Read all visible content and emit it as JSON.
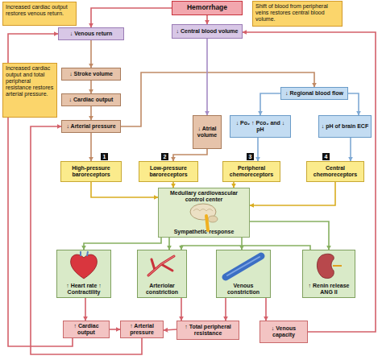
{
  "diagram": {
    "nodes": [
      {
        "text": [
          "Hemorrhage"
        ]
      },
      {
        "text": [
          "Increased cardiac output restores venous return."
        ]
      },
      {
        "text": [
          "Shift of blood from peripheral veins restores central blood volume."
        ]
      },
      {
        "text": [
          "↓ Venous return"
        ]
      },
      {
        "text": [
          "↓ Central blood volume"
        ]
      },
      {
        "text": [
          "Increased cardiac output and total peripheral resistance restores arterial pressure."
        ]
      },
      {
        "text": [
          "↓ Stroke volume"
        ]
      },
      {
        "text": [
          "↓ Cardiac output"
        ]
      },
      {
        "text": [
          "↓ Arterial pressure"
        ]
      },
      {
        "text": [
          "↓ Atrial volume"
        ]
      },
      {
        "text": [
          "↓ Regional blood flow"
        ]
      },
      {
        "text": [
          "↓ Po₂ ↑ Pco₂ and ↓ pH"
        ]
      },
      {
        "text": [
          "↓ pH of brain ECF"
        ]
      },
      {
        "text": [
          "High-pressure baroreceptors"
        ]
      },
      {
        "text": [
          "Low-pressure baroreceptors"
        ]
      },
      {
        "text": [
          "Peripheral chemoreceptors"
        ]
      },
      {
        "text": [
          "Central chemoreceptors"
        ]
      },
      {
        "text": [
          "Medullary cardiovascular control center",
          "Sympathetic response"
        ]
      },
      {
        "text": [
          "↑ Heart rate ↑ Contractility"
        ]
      },
      {
        "text": [
          "Arteriolar constriction"
        ]
      },
      {
        "text": [
          "Venous constriction"
        ]
      },
      {
        "text": [
          "↑ Renin release ANG II"
        ]
      },
      {
        "text": [
          "↑ Cardiac output"
        ]
      },
      {
        "text": [
          "↑ Arterial pressure"
        ]
      },
      {
        "text": [
          "↑ Total peripheral resistance"
        ]
      },
      {
        "text": [
          "↓ Venous capacity"
        ]
      }
    ],
    "edges": [
      {
        "from": 0,
        "to": 3,
        "arrow": "to"
      },
      {
        "from": 0,
        "to": 4,
        "arrow": "to"
      },
      {
        "from": 3,
        "to": 6,
        "arrow": "to"
      },
      {
        "from": 6,
        "to": 7,
        "arrow": "to"
      },
      {
        "from": 7,
        "to": 8,
        "arrow": "to"
      },
      {
        "from": 8,
        "to": 13,
        "arrow": "to"
      },
      {
        "from": 8,
        "to": 10,
        "arrow": "to"
      },
      {
        "from": 4,
        "to": 9,
        "arrow": "to"
      },
      {
        "from": 9,
        "to": 14,
        "arrow": "to"
      },
      {
        "from": 10,
        "to": 11,
        "arrow": "to"
      },
      {
        "from": 10,
        "to": 12,
        "arrow": "to"
      },
      {
        "from": 11,
        "to": 15,
        "arrow": "to"
      },
      {
        "from": 12,
        "to": 16,
        "arrow": "to"
      },
      {
        "from": 13,
        "to": 17,
        "arrow": "to"
      },
      {
        "from": 14,
        "to": 17,
        "arrow": "to"
      },
      {
        "from": 15,
        "to": 17,
        "arrow": "to"
      },
      {
        "from": 16,
        "to": 17,
        "arrow": "to"
      },
      {
        "from": 17,
        "to": 18,
        "arrow": "to"
      },
      {
        "from": 17,
        "to": 19,
        "arrow": "to"
      },
      {
        "from": 17,
        "to": 20,
        "arrow": "to"
      },
      {
        "from": 17,
        "to": 21,
        "arrow": "to"
      },
      {
        "from": 21,
        "to": 19,
        "arrow": "to"
      },
      {
        "from": 18,
        "to": 22,
        "arrow": "to"
      },
      {
        "from": 19,
        "to": 24,
        "arrow": "to"
      },
      {
        "from": 20,
        "to": 24,
        "arrow": "to"
      },
      {
        "from": 20,
        "to": 25,
        "arrow": "to"
      },
      {
        "from": 22,
        "to": 23,
        "arrow": "to"
      },
      {
        "from": 24,
        "to": 23,
        "arrow": "to"
      },
      {
        "from": 23,
        "to": 8,
        "arrow": "to"
      },
      {
        "from": 22,
        "to": 3,
        "arrow": "to"
      },
      {
        "from": 25,
        "to": 4,
        "arrow": "to"
      }
    ],
    "labels": [
      "1",
      "2",
      "3",
      "4"
    ]
  }
}
